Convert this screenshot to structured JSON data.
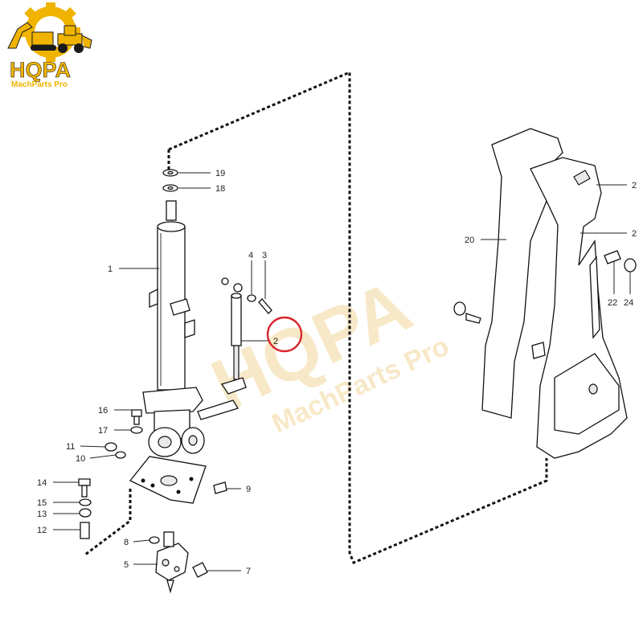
{
  "logo": {
    "brand": "HQPA",
    "tagline": "MachParts Pro",
    "brand_color": "#f0b400",
    "accent_color": "#1a1a1a"
  },
  "watermark": {
    "brand": "HQPA",
    "tagline": "MachParts Pro"
  },
  "highlight": {
    "color": "#d9262c",
    "callout": "2"
  },
  "callouts": {
    "c19": "19",
    "c18": "18",
    "c1": "1",
    "c4": "4",
    "c3": "3",
    "c2": "2",
    "c16": "16",
    "c17": "17",
    "c11": "11",
    "c10": "10",
    "c14": "14",
    "c15": "15",
    "c13": "13",
    "c12": "12",
    "c9": "9",
    "c8": "8",
    "c5": "5",
    "c7": "7",
    "c20": "20",
    "c21": "2",
    "c23": "2",
    "c22": "22",
    "c24": "24"
  }
}
